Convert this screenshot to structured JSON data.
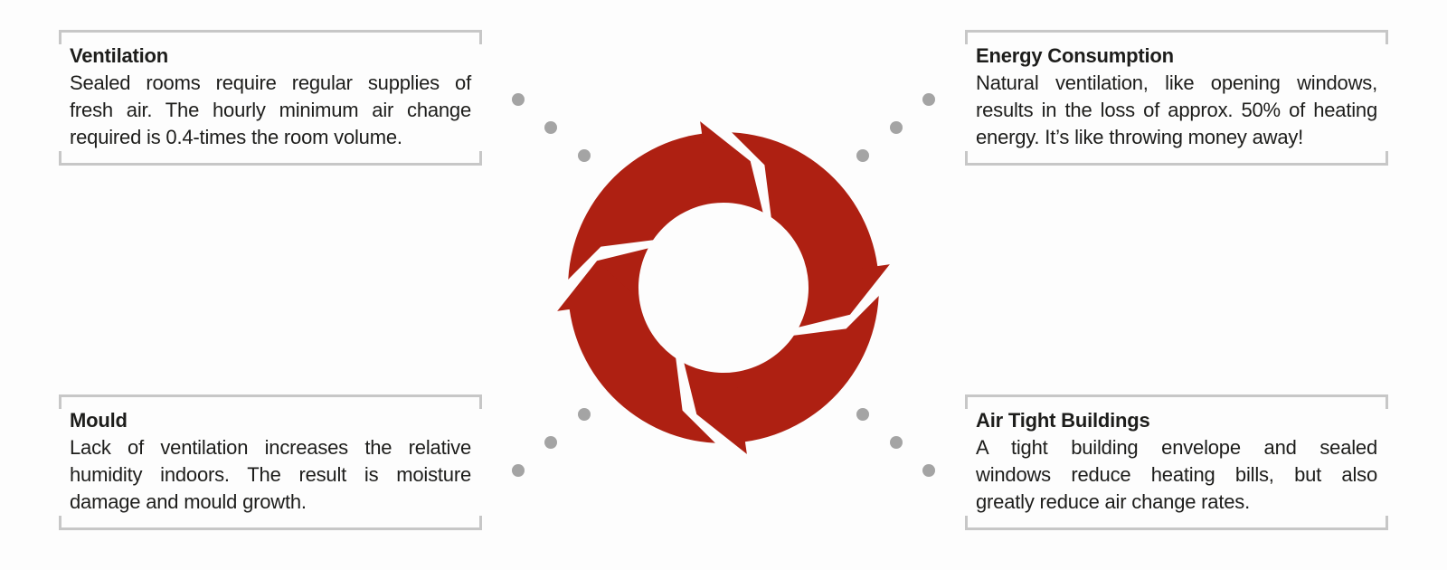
{
  "page": {
    "background": "#fdfdfd",
    "description": "Ventilation cycle diagram with four corner info boxes and central circular arrows"
  },
  "colors": {
    "arrow_red": "#ae2012",
    "dot_gray": "#a4a4a4",
    "bracket_gray": "#c7c7c7",
    "text": "#1d1d1b"
  },
  "boxes": [
    {
      "id": "ventilation",
      "title": "Ventilation",
      "lines": [
        "Sealed rooms require regular supplies of",
        "fresh air. The hourly minimum air change",
        "required is 0.4-times the room volume."
      ]
    },
    {
      "id": "energy-consumption",
      "title": "Energy Consumption",
      "lines": [
        "Natural ventilation, like opening windows,",
        "results in the loss of approx. 50% of heating",
        "energy. It’s like throwing money away!"
      ]
    },
    {
      "id": "mould",
      "title": "Mould",
      "lines": [
        "Lack of ventilation increases the relative",
        "humidity indoors. The result is moisture",
        "damage and mould growth."
      ]
    },
    {
      "id": "air-tight-buildings",
      "title": "Air Tight Buildings",
      "lines": [
        "A tight building envelope and sealed",
        "windows reduce heating bills, but also",
        "greatly reduce air change rates."
      ]
    }
  ],
  "cycle": {
    "icon": "cycle-arrows",
    "direction": "clockwise",
    "segment_count": 4
  }
}
